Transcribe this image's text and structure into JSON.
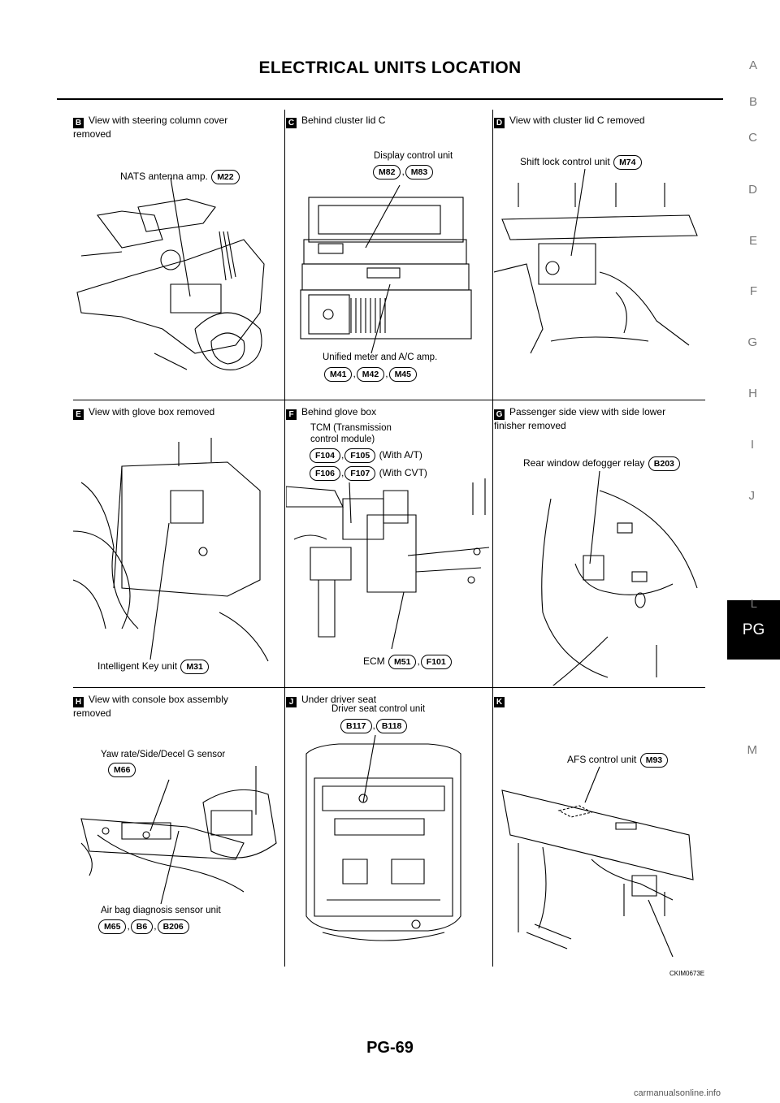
{
  "header": {
    "title": "ELECTRICAL UNITS LOCATION"
  },
  "side_tabs": [
    "A",
    "B",
    "C",
    "D",
    "E",
    "F",
    "G",
    "H",
    "I",
    "J",
    "PG",
    "L",
    "M"
  ],
  "active_tab": "PG",
  "panels": {
    "B": {
      "badge": "B",
      "heading": "View with steering column cover\nremoved",
      "label": "NATS antenna amp.",
      "connectors": [
        "M22"
      ]
    },
    "C": {
      "badge": "C",
      "heading": "Behind cluster lid C",
      "label1": "Display control unit",
      "connectors1": [
        "M82",
        "M83"
      ],
      "label2": "Unified meter and A/C amp.",
      "connectors2": [
        "M41",
        "M42",
        "M45"
      ]
    },
    "D": {
      "badge": "D",
      "heading": "View with cluster lid C  removed",
      "label": "Shift lock control unit",
      "connectors": [
        "M74"
      ]
    },
    "E": {
      "badge": "E",
      "heading": "View with glove box removed",
      "label": "Intelligent Key unit",
      "connectors": [
        "M31"
      ]
    },
    "F": {
      "badge": "F",
      "heading": "Behind glove box",
      "label1": "TCM (Transmission\ncontrol module)",
      "connectors_at": [
        "F104",
        "F105"
      ],
      "note_at": "(With A/T)",
      "connectors_cvt": [
        "F106",
        "F107"
      ],
      "note_cvt": "(With CVT)",
      "label2": "ECM",
      "connectors2": [
        "M51",
        "F101"
      ]
    },
    "G": {
      "badge": "G",
      "heading": "Passenger side view with side lower\nfinisher removed",
      "label": "Rear window defogger relay",
      "connectors": [
        "B203"
      ]
    },
    "H": {
      "badge": "H",
      "heading": "View with console box assembly\nremoved",
      "label1": "Yaw rate/Side/Decel G sensor",
      "connectors1": [
        "M66"
      ],
      "label2": "Air bag diagnosis sensor unit",
      "connectors2": [
        "M65",
        "B6",
        "B206"
      ]
    },
    "J": {
      "badge": "J",
      "heading": "Under driver seat",
      "label": "Driver seat control unit",
      "connectors": [
        "B117",
        "B118"
      ]
    },
    "K": {
      "badge": "K",
      "heading": "",
      "label": "AFS control unit",
      "connectors": [
        "M93"
      ]
    }
  },
  "figure_code": "CKIM0673E",
  "footer": {
    "page_number": "PG-69"
  },
  "watermark": "carmanualsonline.info"
}
